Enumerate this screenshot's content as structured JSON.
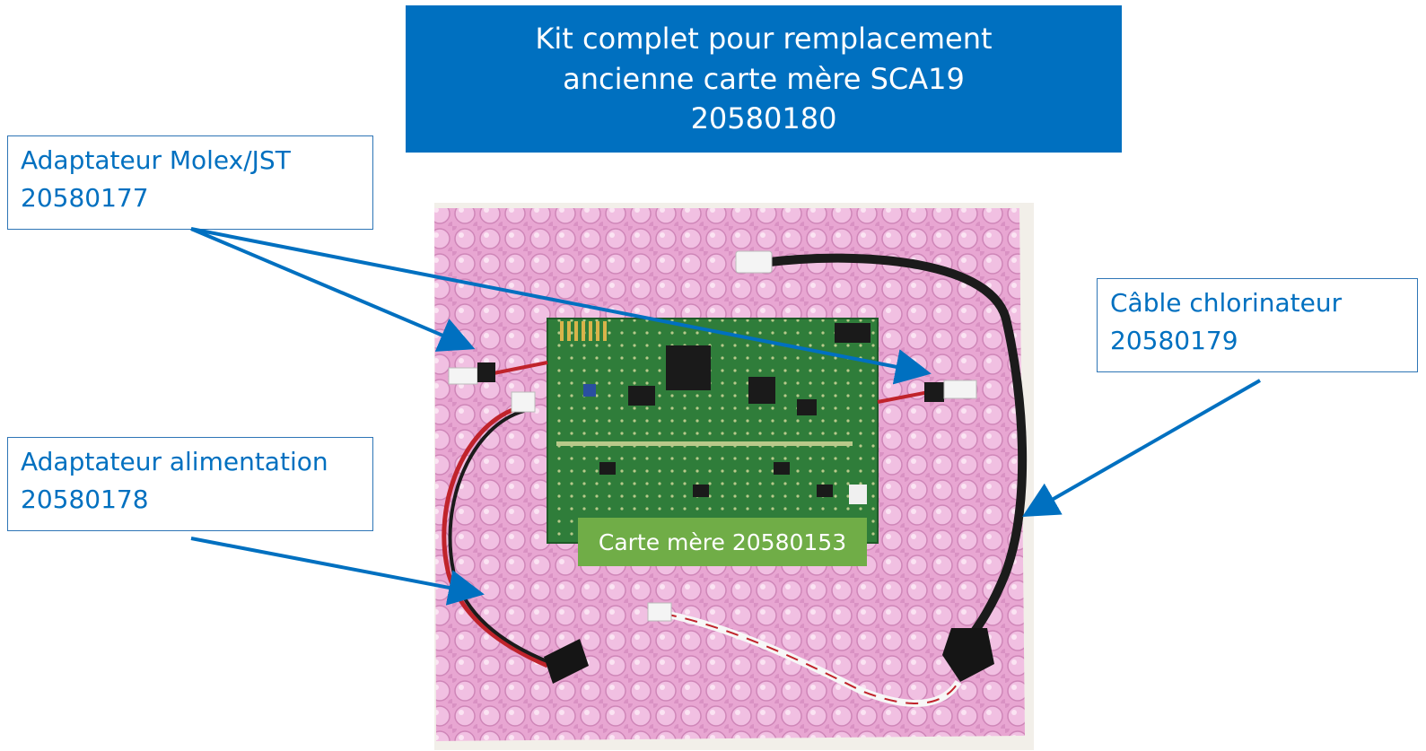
{
  "title": {
    "line1": "Kit complet pour remplacement",
    "line2": "ancienne carte mère SCA19",
    "line3": "20580180"
  },
  "callouts": {
    "molex": {
      "line1": "Adaptateur Molex/JST",
      "line2": "20580177"
    },
    "alimentation": {
      "line1": "Adaptateur alimentation",
      "line2": "20580178"
    },
    "chlorinateur": {
      "line1": "Câble chlorinateur",
      "line2": "20580179"
    }
  },
  "board_label": "Carte mère 20580153",
  "colors": {
    "title_bg": "#0070c0",
    "callout_text": "#0070c0",
    "arrow": "#0070c0",
    "board_label_bg": "#70ad47",
    "bubble_wrap": "#e7a3cf",
    "pcb": "#2f7d3a"
  }
}
